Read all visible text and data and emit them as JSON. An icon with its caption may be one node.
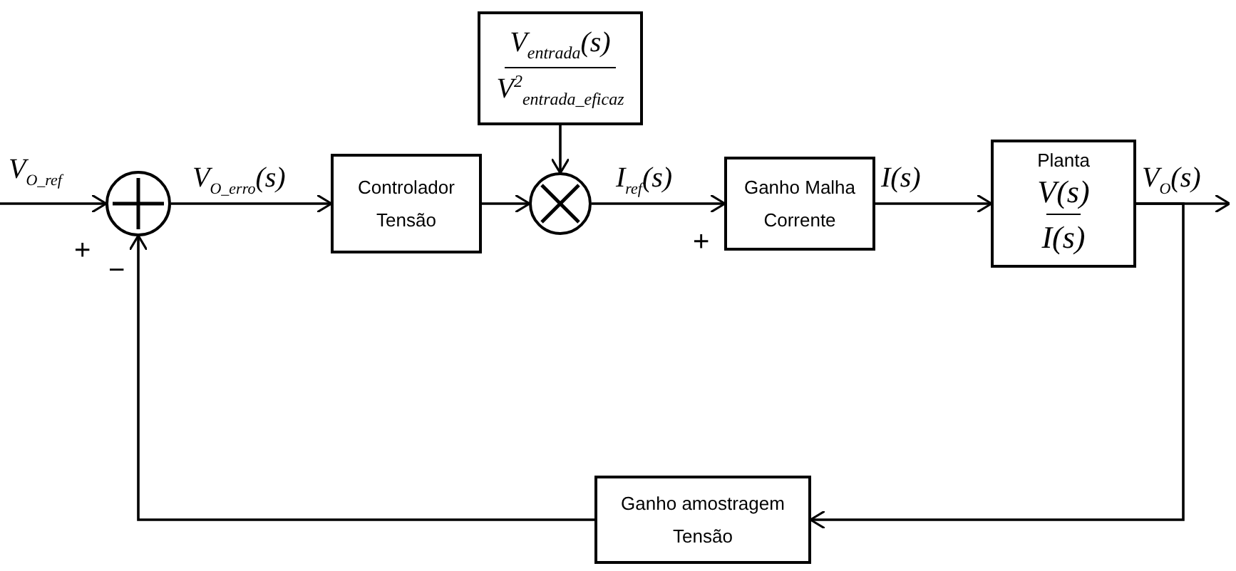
{
  "diagram": {
    "nodes": [
      {
        "text": [],
        "shape": "circle"
      },
      {
        "text": [
          "Controlador Tensão"
        ]
      },
      {
        "text": [],
        "shape": "circle"
      },
      {
        "text": [
          "V$_{entrada}$(s)",
          "V$^{2}$$_{entrada_eficaz}$"
        ]
      },
      {
        "text": [
          "Ganho Malha Corrente"
        ]
      },
      {
        "text": [
          "Planta",
          "V(s)",
          "I(s)"
        ]
      },
      {
        "text": [
          "Ganho amostragem Tensão"
        ]
      }
    ],
    "edges": [
      {
        "from": null,
        "to": 0,
        "arrow": "to",
        "label": "V$_{O_ref}$"
      },
      {
        "from": 0,
        "to": 1,
        "arrow": "to",
        "label": "V$_{O_erro}$(s)"
      },
      {
        "from": 1,
        "to": 2,
        "arrow": "to"
      },
      {
        "from": 3,
        "to": 2,
        "arrow": "to"
      },
      {
        "from": 2,
        "to": 4,
        "arrow": "to",
        "label": "I$_{ref}$(s)"
      },
      {
        "from": 4,
        "to": 5,
        "arrow": "to",
        "label": "I(s)"
      },
      {
        "from": 5,
        "to": null,
        "arrow": "to",
        "label": "V$_{O}$(s)"
      },
      {
        "from": 5,
        "to": 6,
        "arrow": "to"
      },
      {
        "from": 6,
        "to": 0,
        "arrow": "to"
      }
    ],
    "labels": [
      "+",
      "−",
      "+"
    ]
  }
}
